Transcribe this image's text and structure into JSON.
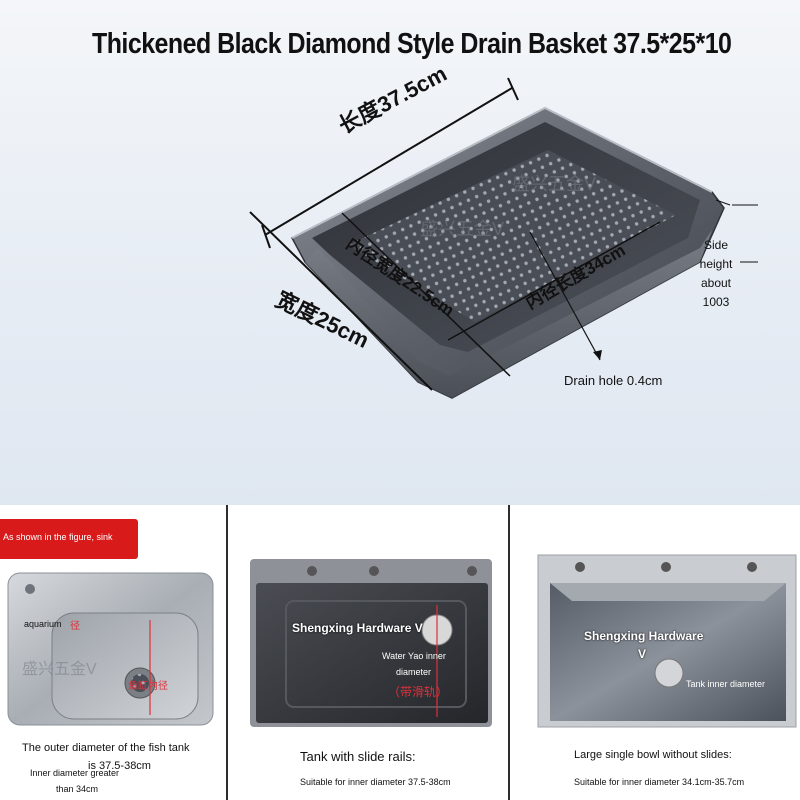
{
  "hero": {
    "title": "Thickened Black Diamond Style Drain Basket 37.5*25*10",
    "length_outer": "长度37.5cm",
    "width_outer": "宽度25cm",
    "inner_width": "内径宽度22.5cm",
    "inner_length": "内径长度34cm",
    "side_height": "Side height about 1003",
    "drain_hole": "Drain hole 0.4cm",
    "watermark": "盛兴五金V"
  },
  "panels": [
    {
      "tag": "As shown in the figure, sink",
      "sink_labels": [
        "aquarium",
        "径",
        "鱼缸内径"
      ],
      "watermark": "盛兴五金V",
      "caption_line1": "The outer diameter of the fish tank",
      "caption_line2": "is 37.5-38cm",
      "caption_line3": "Inner diameter greater",
      "caption_line4": "than 34cm"
    },
    {
      "brand": "Shengxing Hardware V",
      "inner_label_1": "Water Yao inner",
      "inner_label_2": "diameter",
      "rail_label": "（带滑轨）",
      "caption_title": "Tank with slide rails:",
      "caption_sub": "Suitable for inner diameter 37.5-38cm"
    },
    {
      "brand_1": "Shengxing Hardware",
      "brand_2": "V",
      "inner_label": "Tank inner diameter",
      "caption_title": "Large single bowl without slides:",
      "caption_sub": "Suitable for inner diameter 34.1cm-35.7cm"
    }
  ],
  "colors": {
    "basket_dark": "#3a3d44",
    "basket_mid": "#6a6f78",
    "sink_steel": "#b7bcc2",
    "sink_black": "#2c2e33",
    "tag_red": "#d91a1a",
    "marker_red": "#e0303a"
  }
}
